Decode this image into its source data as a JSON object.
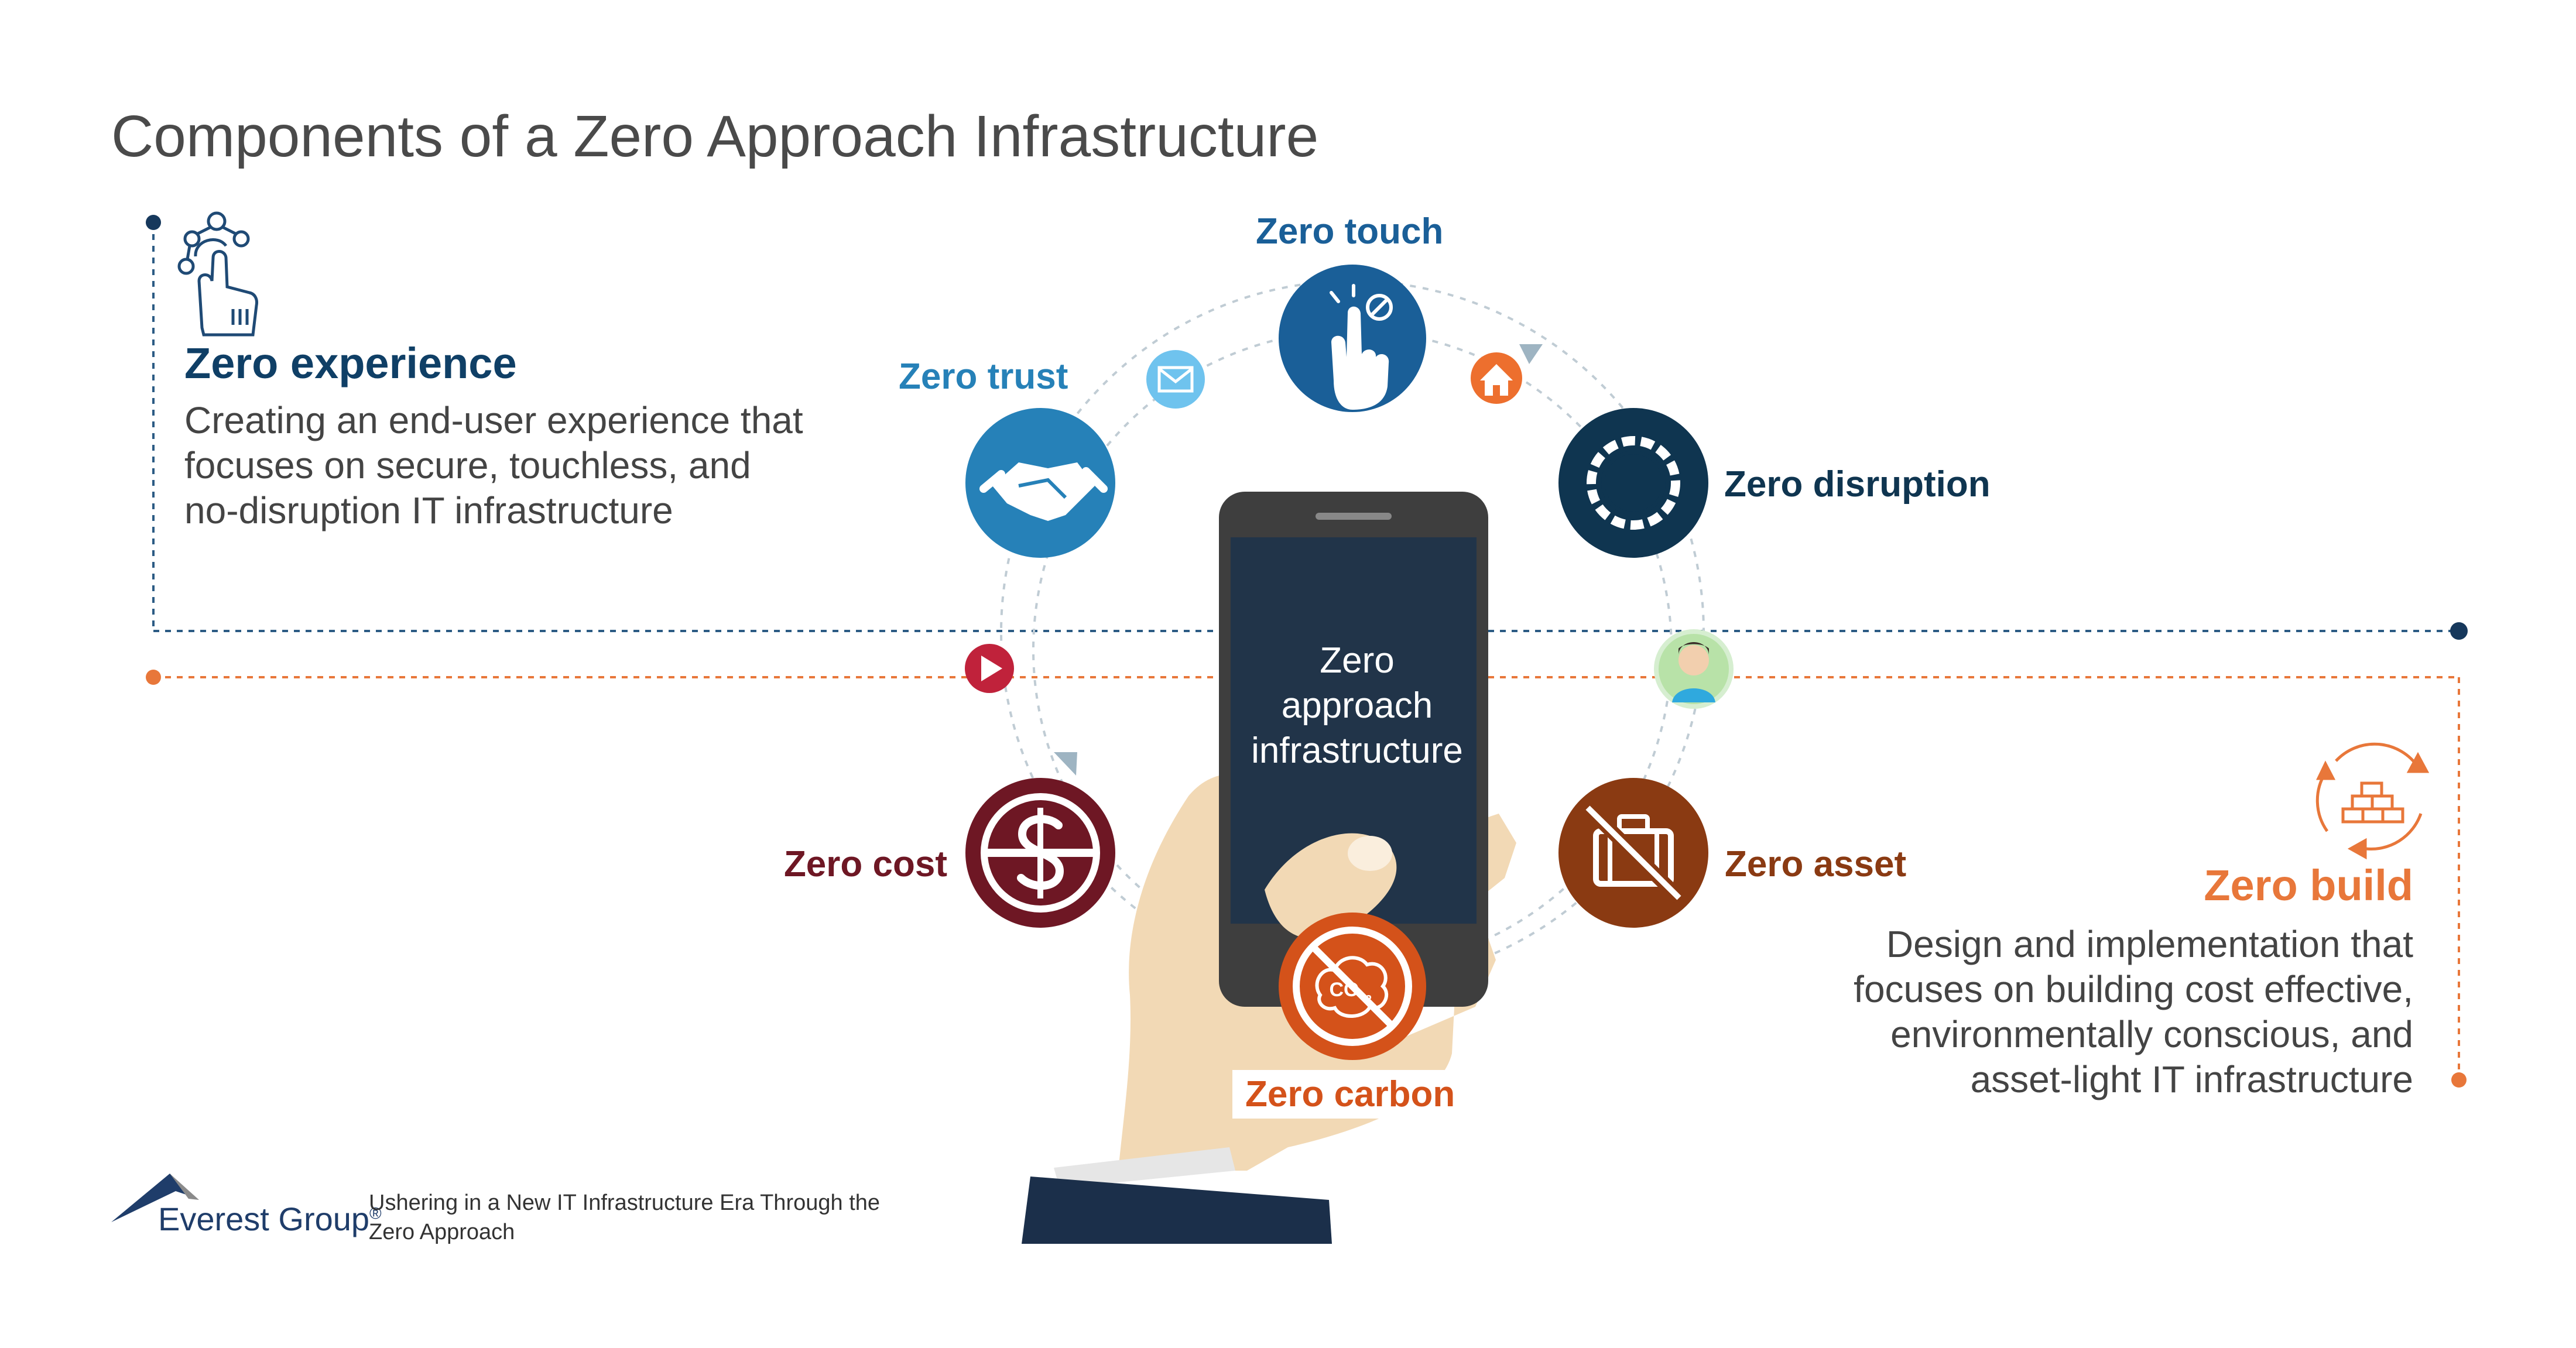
{
  "title": "Components of a Zero Approach Infrastructure",
  "colors": {
    "experience": "#0f3f66",
    "trust": "#2681b8",
    "touch": "#1a5f98",
    "disruption": "#0f3550",
    "cost": "#6e1724",
    "asset": "#8a3a12",
    "carbon": "#d4521a",
    "build": "#e8773a",
    "phone_screen": "#213449"
  },
  "experience": {
    "heading": "Zero experience",
    "lines": [
      "Creating an end-user experience that",
      "focuses on secure, touchless, and",
      "no-disruption IT infrastructure"
    ],
    "icon": "touch-network-icon"
  },
  "build": {
    "heading": "Zero build",
    "lines": [
      "Design and implementation that",
      "focuses on building cost effective,",
      "environmentally conscious, and",
      "asset-light IT infrastructure"
    ],
    "icon": "recycle-bricks-icon"
  },
  "components": {
    "touch": {
      "label": "Zero touch",
      "icon": "finger-tap-icon"
    },
    "trust": {
      "label": "Zero trust",
      "icon": "handshake-icon"
    },
    "disruption": {
      "label": "Zero disruption",
      "icon": "chain-ring-icon"
    },
    "cost": {
      "label": "Zero cost",
      "icon": "no-dollar-icon"
    },
    "asset": {
      "label": "Zero asset",
      "icon": "no-suitcase-icon"
    },
    "carbon": {
      "label": "Zero carbon",
      "icon": "no-co2-icon"
    }
  },
  "ring_icons": [
    "mail-icon",
    "home-icon",
    "play-icon",
    "user-avatar-icon"
  ],
  "phone": {
    "screen_lines": [
      "Zero",
      "approach",
      "infrastructure"
    ]
  },
  "footer": {
    "brand": "Everest Group",
    "brand_mark": "®",
    "note_lines": [
      "Ushering in a New IT Infrastructure Era Through the",
      "Zero Approach"
    ]
  }
}
